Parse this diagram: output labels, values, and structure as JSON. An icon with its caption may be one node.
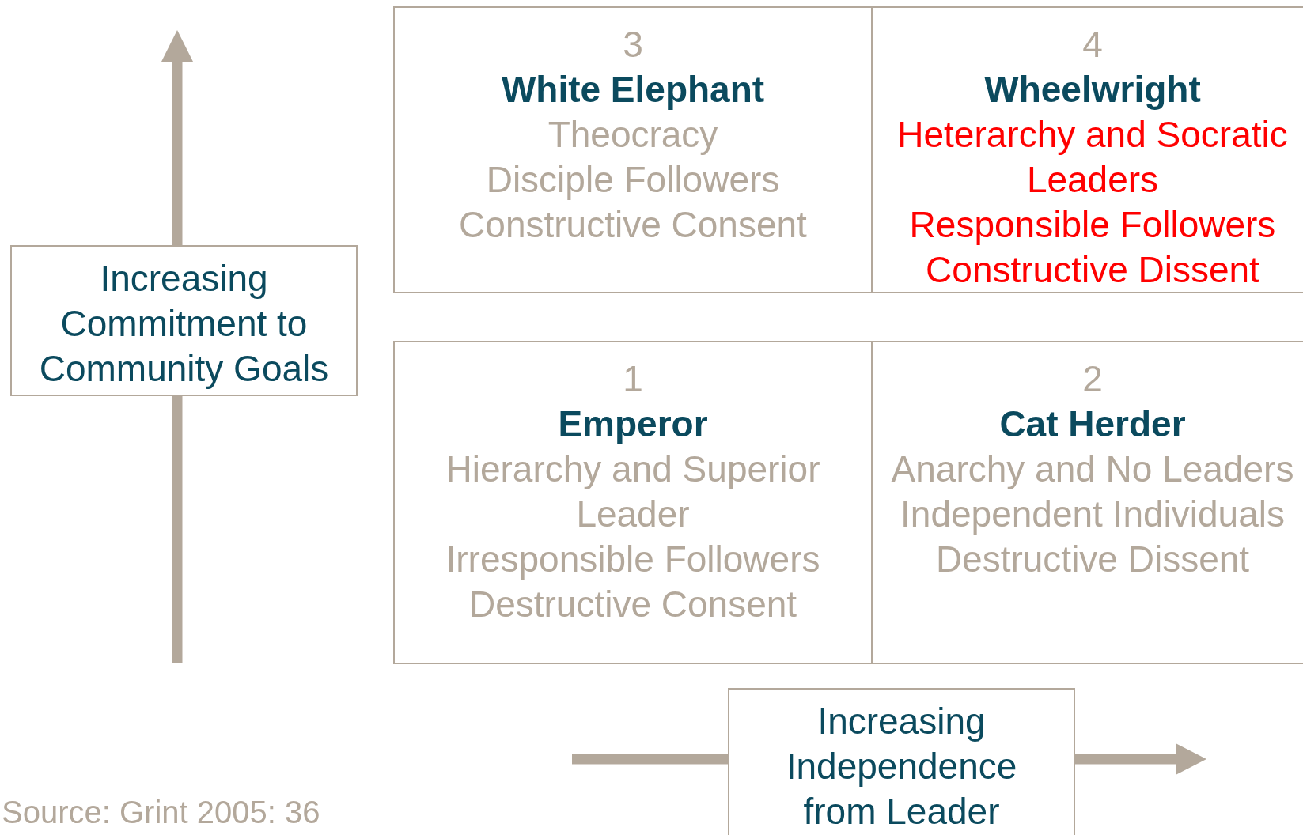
{
  "diagram": {
    "nodes": [
      {
        "text": [
          "3",
          "White Elephant",
          "Theocracy",
          "Disciple Followers",
          "Constructive Consent"
        ]
      },
      {
        "text": [
          "4",
          "Wheelwright",
          "Heterarchy and Socratic Leaders",
          "Responsible Followers",
          "Constructive Dissent"
        ]
      },
      {
        "text": [
          "Increasing Commitment to Community Goals"
        ]
      },
      {
        "text": [
          "1",
          "Emperor",
          "Hierarchy and Superior Leader",
          "Irresponsible Followers",
          "Destructive Consent"
        ]
      },
      {
        "text": [
          "2",
          "Cat Herder",
          "Anarchy and No Leaders",
          "Independent Individuals",
          "Destructive Dissent"
        ]
      },
      {
        "text": [
          "Increasing Independence from Leader"
        ]
      }
    ],
    "labels": [
      "Source: Grint 2005: 36"
    ]
  }
}
